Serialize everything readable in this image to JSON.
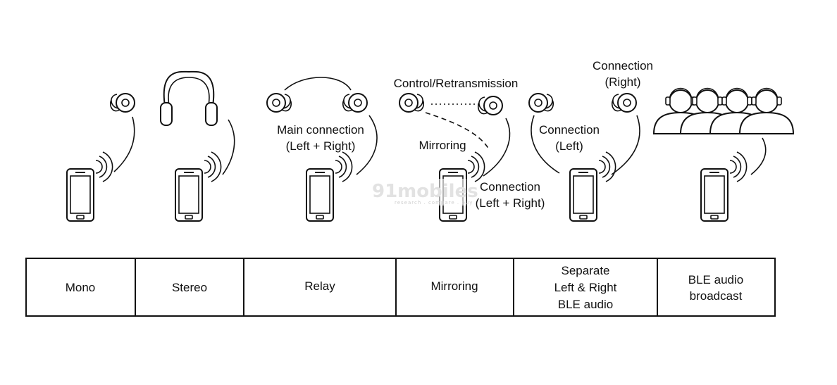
{
  "watermark": {
    "brand": "91mobiles",
    "tagline": "research . compare . buy"
  },
  "labels": {
    "relay_main": [
      "Main connection",
      "(Left + Right)"
    ],
    "control": "Control/Retransmission",
    "mirroring": "Mirroring",
    "connection_lr": [
      "Connection",
      "(Left + Right)"
    ],
    "connection_left": [
      "Connection",
      "(Left)"
    ],
    "connection_right": [
      "Connection",
      "(Right)"
    ]
  },
  "table": {
    "cells": [
      {
        "lines": [
          "Mono"
        ]
      },
      {
        "lines": [
          "Stereo"
        ]
      },
      {
        "lines": [
          "Relay"
        ]
      },
      {
        "lines": [
          "Mirroring"
        ]
      },
      {
        "lines": [
          "Separate",
          "Left & Right",
          "BLE audio"
        ]
      },
      {
        "lines": [
          "BLE audio",
          "broadcast"
        ]
      }
    ]
  },
  "icons": [
    "smartphone-icon",
    "wireless-signal-icon",
    "earbud-icon",
    "headphones-icon",
    "listener-icon"
  ]
}
